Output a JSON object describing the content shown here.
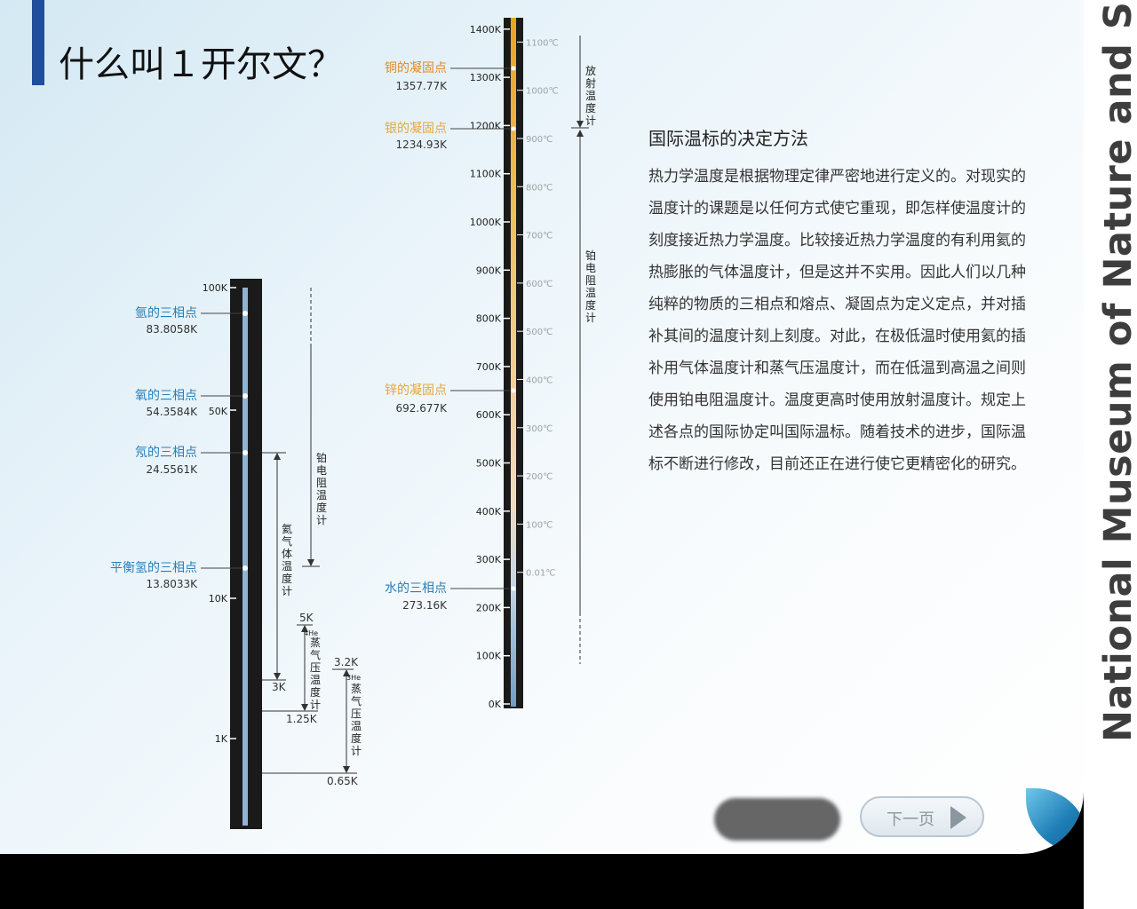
{
  "title": "什么叫１开尔文？",
  "side_text": "National Museum of Nature and Science",
  "article": {
    "heading": "国际温标的决定方法",
    "body": "热力学温度是根据物理定律严密地进行定义的。对现实的温度计的课题是以任何方式使它重现，即怎样使温度计的刻度接近热力学温度。比较接近热力学温度的有利用氦的热膨胀的气体温度计，但是这并不实用。因此人们以几种纯粹的物质的三相点和熔点、凝固点为定义定点，并对插补其间的温度计刻上刻度。对此，在极低温时使用氦的插补用气体温度计和蒸气压温度计，而在低温到高温之间则使用铂电阻温度计。温度更高时使用放射温度计。规定上述各点的国际协定叫国际温标。随着技术的进步，国际温标不断进行修改，目前还正在进行使它更精密化的研究。"
  },
  "low_scale": {
    "ticks": [
      "100K",
      "50K",
      "10K",
      "1K"
    ],
    "points": [
      {
        "name": "氩的三相点",
        "value": "83.8058K"
      },
      {
        "name": "氧的三相点",
        "value": "54.3584K"
      },
      {
        "name": "氖的三相点",
        "value": "24.5561K"
      },
      {
        "name": "平衡氢的三相点",
        "value": "13.8033K"
      }
    ],
    "ranges": {
      "platinum": "铂电阻温度计",
      "helium_gas": "氦气体温度计",
      "he4_vapor": "蒸气压温度计",
      "he4_sup": "4He",
      "he3_vapor": "蒸气压温度计",
      "he3_sup": "3He"
    },
    "bounds": [
      "3K",
      "5K",
      "1.25K",
      "3.2K",
      "0.65K"
    ]
  },
  "high_scale": {
    "ticks": [
      "1400K",
      "1300K",
      "1200K",
      "1100K",
      "1000K",
      "900K",
      "800K",
      "700K",
      "600K",
      "500K",
      "400K",
      "300K",
      "200K",
      "100K",
      "0K"
    ],
    "celsius": [
      "1100℃",
      "1000℃",
      "900℃",
      "800℃",
      "700℃",
      "600℃",
      "500℃",
      "400℃",
      "300℃",
      "200℃",
      "100℃",
      "0.01℃"
    ],
    "points": [
      {
        "name": "铜的凝固点",
        "value": "1357.77K"
      },
      {
        "name": "银的凝固点",
        "value": "1234.93K"
      },
      {
        "name": "锌的凝固点",
        "value": "692.677K"
      },
      {
        "name": "水的三相点",
        "value": "273.16K"
      }
    ],
    "ranges": {
      "radiation": "放射温度计",
      "platinum": "铂电阻温度计"
    }
  },
  "nav": {
    "next_label": "下一页"
  },
  "colors": {
    "title_bar": "#1f4f9a",
    "point_blue": "#2a7fb8",
    "point_orange": "#e9a53a",
    "copper": "#e08a28"
  }
}
